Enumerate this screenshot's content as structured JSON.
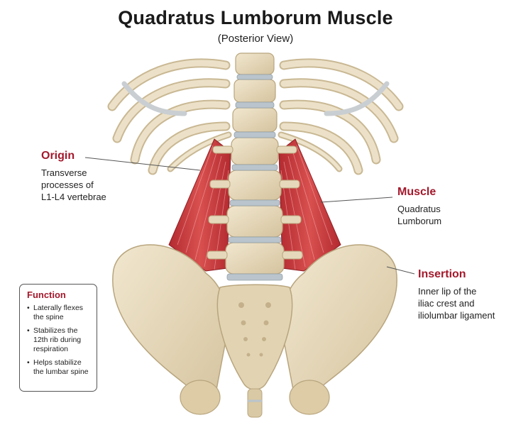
{
  "title": "Quadratus Lumborum Muscle",
  "subtitle": "(Posterior View)",
  "labels": {
    "origin": {
      "title": "Origin",
      "desc": [
        "Transverse",
        "processes of",
        "L1-L4 vertebrae"
      ]
    },
    "muscle": {
      "title": "Muscle",
      "desc": [
        "Quadratus",
        "Lumborum"
      ]
    },
    "insertion": {
      "title": "Insertion",
      "desc": [
        "Inner lip of the",
        "iliac crest and",
        "iliolumbar ligament"
      ]
    }
  },
  "function": {
    "title": "Function",
    "items": [
      "Laterally flexes the spine",
      "Stabilizes the 12th rib during respiration",
      "Helps stabilize the lumbar spine"
    ]
  },
  "colors": {
    "accent": "#a3192c",
    "bone": "#e8dcc0",
    "bone_shadow": "#c9b893",
    "muscle": "#c9383c",
    "disc": "#b9c4cc"
  }
}
